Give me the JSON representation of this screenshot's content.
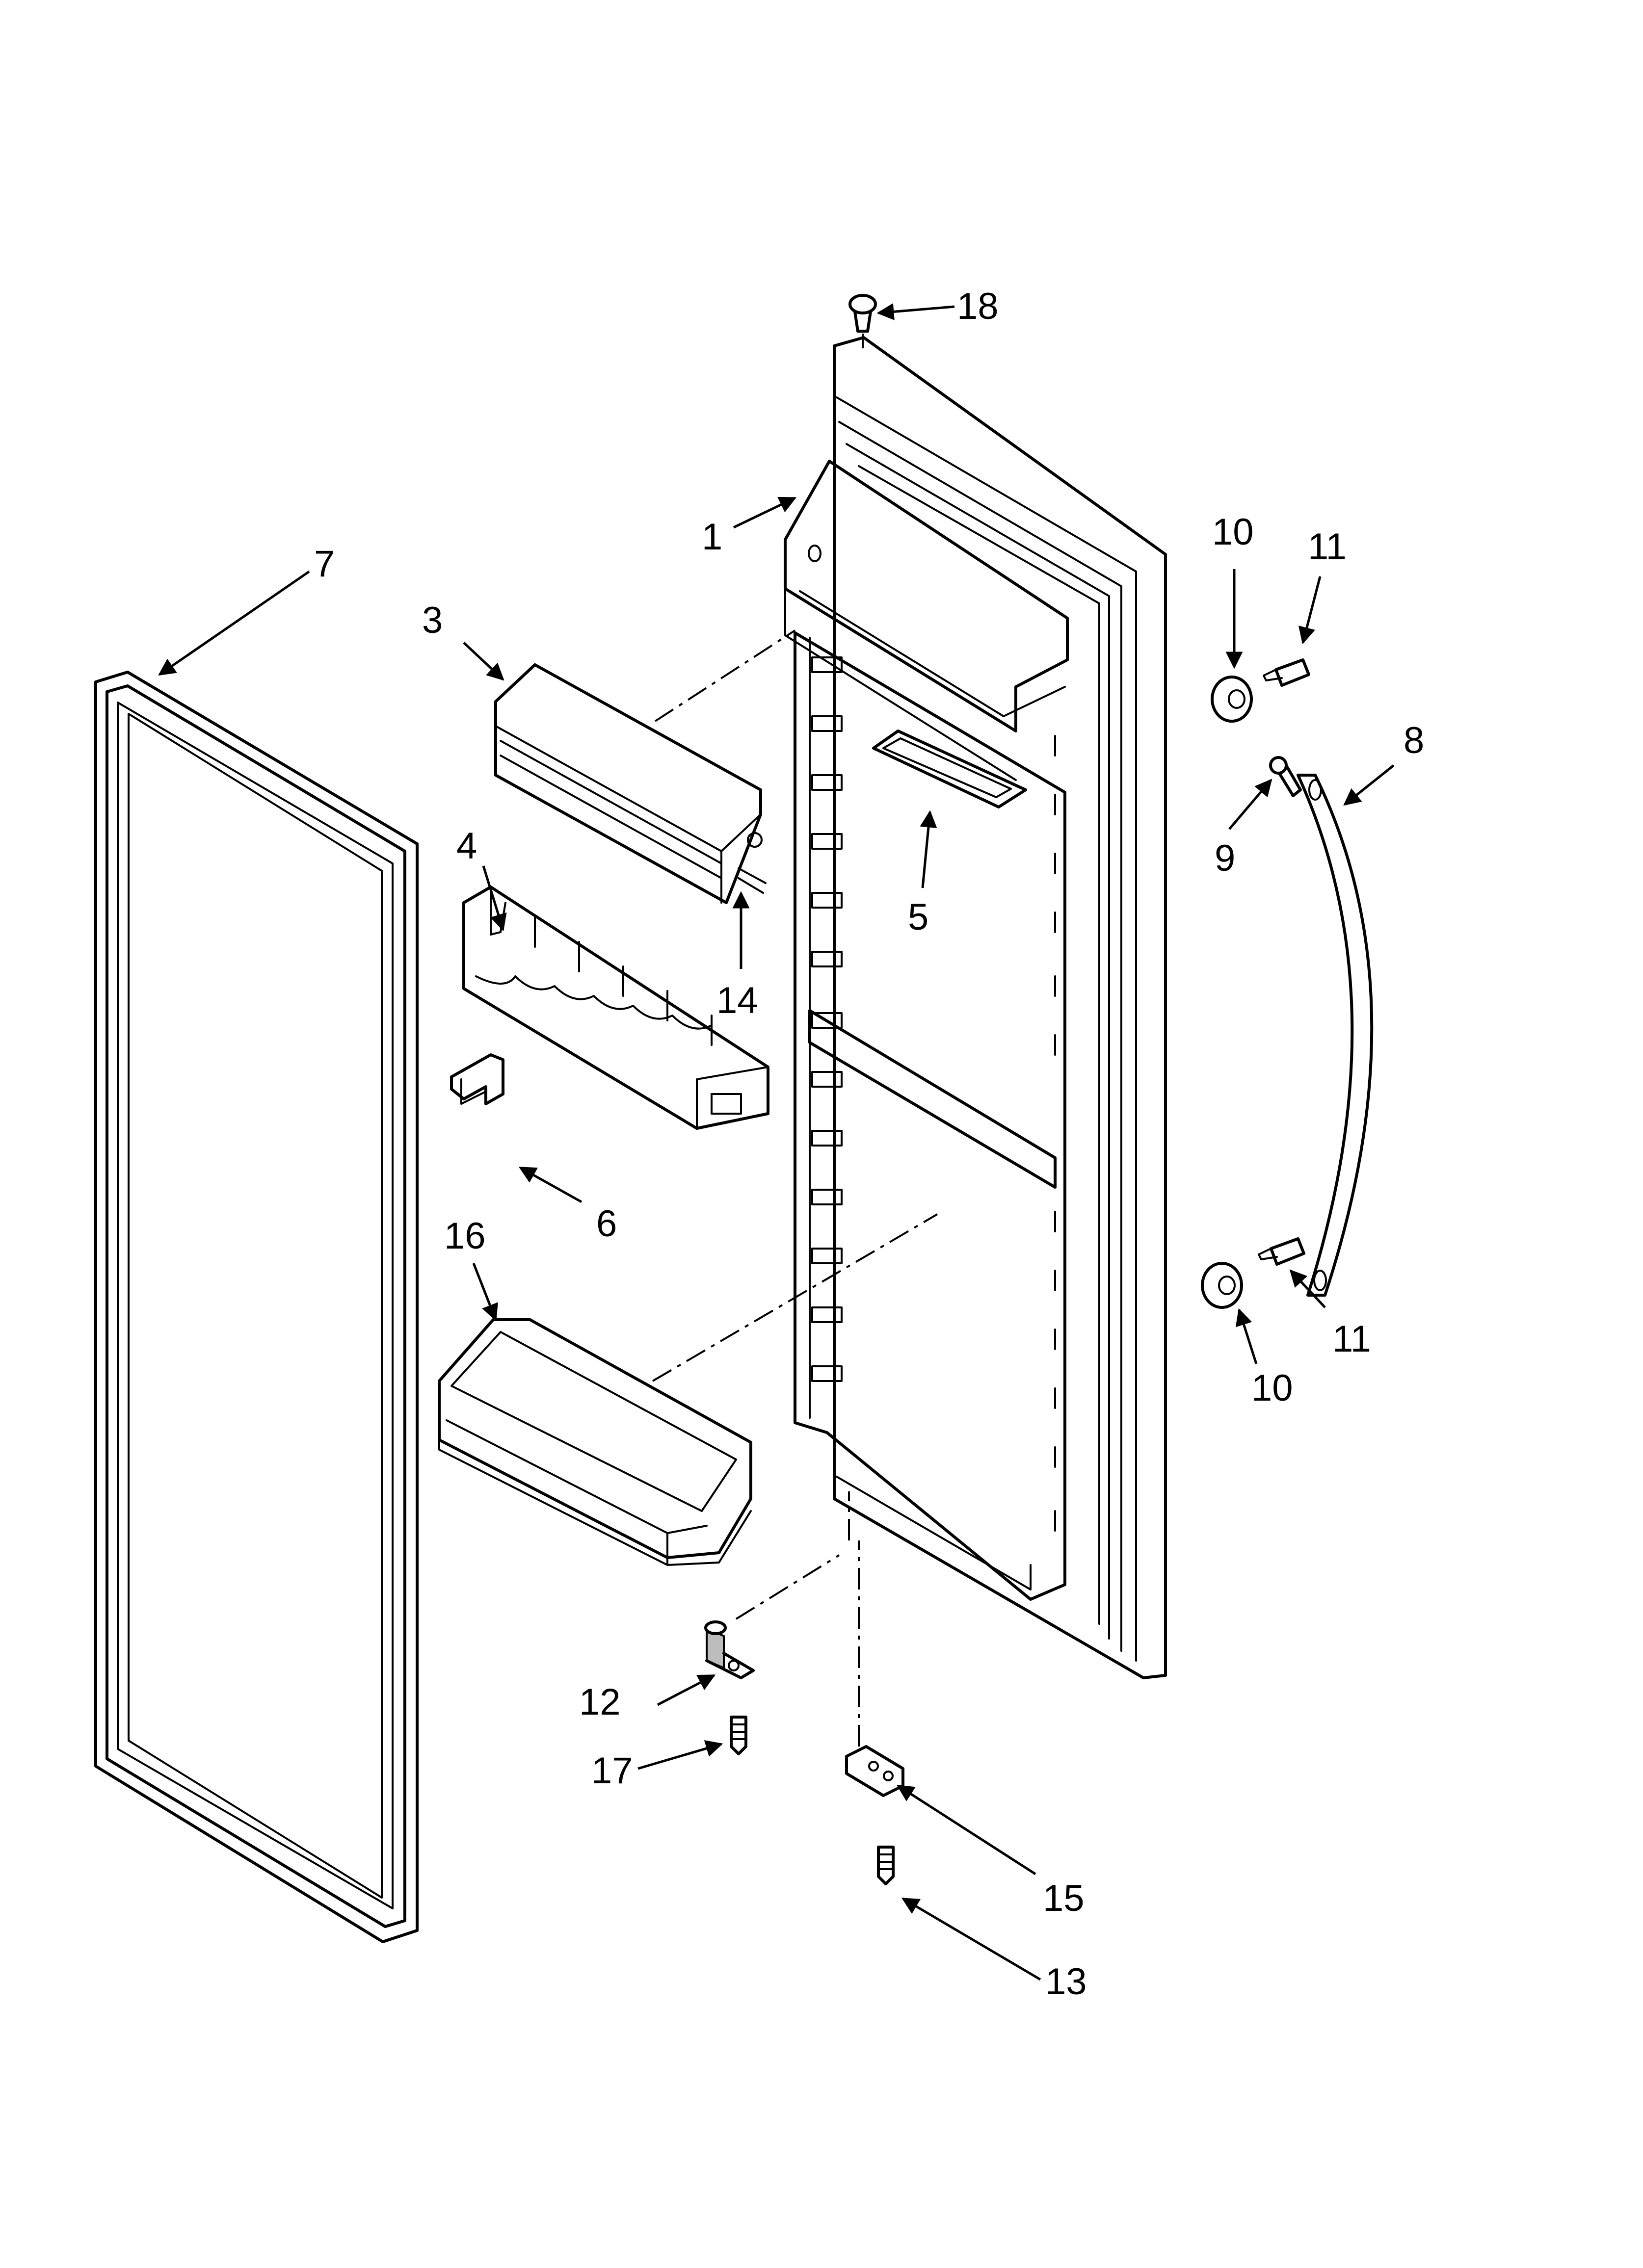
{
  "callouts": [
    "1",
    "3",
    "4",
    "5",
    "6",
    "7",
    "8",
    "9",
    "10",
    "11",
    "12",
    "13",
    "14",
    "15",
    "16",
    "17",
    "18"
  ],
  "callouts_repeat": {
    "10": "10",
    "11": "11"
  }
}
